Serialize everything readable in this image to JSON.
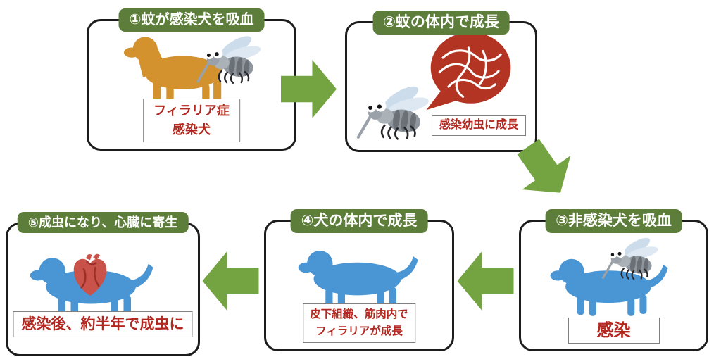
{
  "steps": [
    {
      "header": "①蚊が感染犬を吸血",
      "label_lines": [
        "フィラリア症",
        "感染犬"
      ],
      "illustration": "infected-dog-with-mosquito"
    },
    {
      "header": "②蚊の体内で成長",
      "label_lines": [
        "感染幼虫に成長"
      ],
      "illustration": "mosquito-with-larvae-speech-bubble"
    },
    {
      "header": "③非感染犬を吸血",
      "label_lines": [
        "感染"
      ],
      "illustration": "uninfected-dog-with-mosquito"
    },
    {
      "header": "④犬の体内で成長",
      "label_lines": [
        "皮下組織、筋肉内で",
        "フィラリアが成長"
      ],
      "illustration": "dog"
    },
    {
      "header": "⑤成虫になり、心臓に寄生",
      "label_lines": [
        "感染後、約半年で成虫に"
      ],
      "illustration": "dog-with-heart"
    }
  ],
  "arrows": [
    {
      "from": 1,
      "to": 2,
      "direction": "right"
    },
    {
      "from": 2,
      "to": 3,
      "direction": "down-right"
    },
    {
      "from": 3,
      "to": 4,
      "direction": "left"
    },
    {
      "from": 4,
      "to": 5,
      "direction": "left"
    }
  ],
  "colors": {
    "step_header_bg": "#5d7d3a",
    "step_header_text": "#ffffff",
    "arrow_green": "#74a342",
    "infected_dog_orange": "#d3922d",
    "dog_blue": "#4a95d3",
    "bubble_red": "#b33422",
    "heart_red": "#c9524a",
    "heart_vein_red": "#9c2f28",
    "label_text_red": "#b2271f",
    "box_border": "#1c1c1c"
  }
}
